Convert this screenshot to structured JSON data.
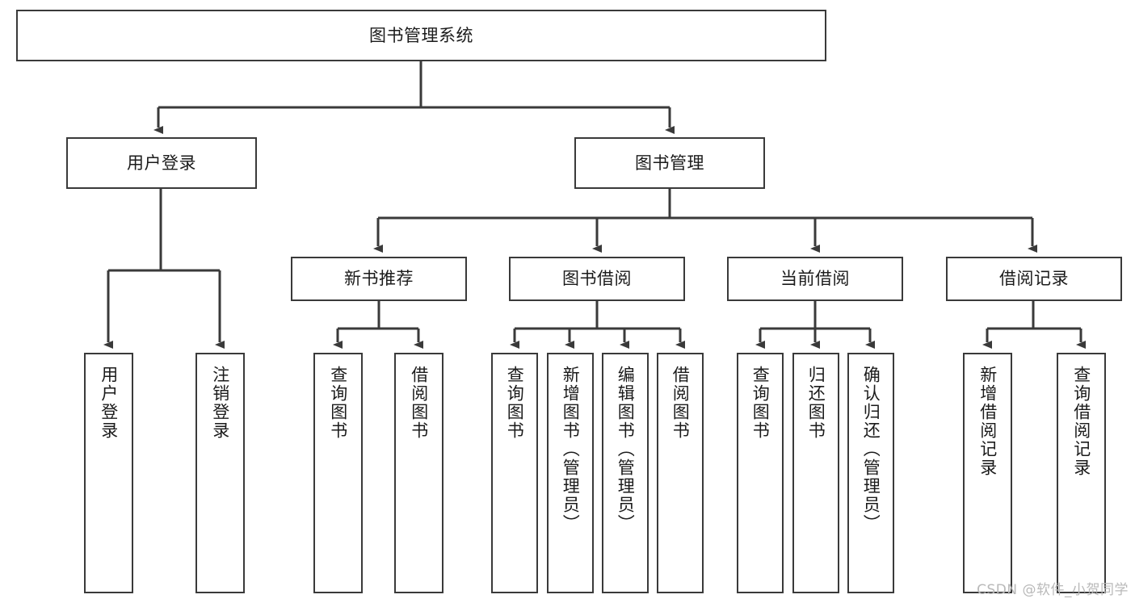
{
  "diagram": {
    "title": "图书管理系统",
    "type": "hierarchy-tree",
    "orientation": "top-down",
    "colors": {
      "box_stroke": "#3a3a3a",
      "box_fill": "#ffffff",
      "edge": "#3a3a3a",
      "text": "#1b1b1b",
      "watermark": "#b9b9b9",
      "background": "#ffffff"
    },
    "watermark": "CSDN @软件_小贺同学",
    "levels": [
      {
        "level": 0,
        "nodes": [
          {
            "id": "root",
            "label": "图书管理系统",
            "text_direction": "horizontal"
          }
        ]
      },
      {
        "level": 1,
        "nodes": [
          {
            "id": "user-login",
            "label": "用户登录",
            "text_direction": "horizontal",
            "parent": "root"
          },
          {
            "id": "book-manage",
            "label": "图书管理",
            "text_direction": "horizontal",
            "parent": "root"
          }
        ]
      },
      {
        "level": 2,
        "nodes": [
          {
            "id": "new-book-rec",
            "label": "新书推荐",
            "text_direction": "horizontal",
            "parent": "book-manage"
          },
          {
            "id": "book-borrow",
            "label": "图书借阅",
            "text_direction": "horizontal",
            "parent": "book-manage"
          },
          {
            "id": "current-borrow",
            "label": "当前借阅",
            "text_direction": "horizontal",
            "parent": "book-manage"
          },
          {
            "id": "borrow-record",
            "label": "借阅记录",
            "text_direction": "horizontal",
            "parent": "book-manage"
          }
        ]
      },
      {
        "level": 3,
        "nodes": [
          {
            "id": "leaf-user-login",
            "label": "用户登录",
            "text_direction": "vertical",
            "parent": "user-login"
          },
          {
            "id": "leaf-user-logout",
            "label": "注销登录",
            "text_direction": "vertical",
            "parent": "user-login"
          },
          {
            "id": "leaf-query-book-rec",
            "label": "查询图书",
            "text_direction": "vertical",
            "parent": "new-book-rec"
          },
          {
            "id": "leaf-borrow-book-rec",
            "label": "借阅图书",
            "text_direction": "vertical",
            "parent": "new-book-rec"
          },
          {
            "id": "leaf-query-book-borrow",
            "label": "查询图书",
            "text_direction": "vertical",
            "parent": "book-borrow"
          },
          {
            "id": "leaf-add-book",
            "label": "新增图书（管理员）",
            "text_direction": "vertical",
            "parent": "book-borrow"
          },
          {
            "id": "leaf-edit-book",
            "label": "编辑图书（管理员）",
            "text_direction": "vertical",
            "parent": "book-borrow"
          },
          {
            "id": "leaf-borrow-book",
            "label": "借阅图书",
            "text_direction": "vertical",
            "parent": "book-borrow"
          },
          {
            "id": "leaf-query-book-current",
            "label": "查询图书",
            "text_direction": "vertical",
            "parent": "current-borrow"
          },
          {
            "id": "leaf-return-book",
            "label": "归还图书",
            "text_direction": "vertical",
            "parent": "current-borrow"
          },
          {
            "id": "leaf-confirm-return",
            "label": "确认归还（管理员）",
            "text_direction": "vertical",
            "parent": "current-borrow"
          },
          {
            "id": "leaf-add-record",
            "label": "新增借阅记录",
            "text_direction": "vertical",
            "parent": "borrow-record"
          },
          {
            "id": "leaf-query-record",
            "label": "查询借阅记录",
            "text_direction": "vertical",
            "parent": "borrow-record"
          }
        ]
      }
    ]
  }
}
